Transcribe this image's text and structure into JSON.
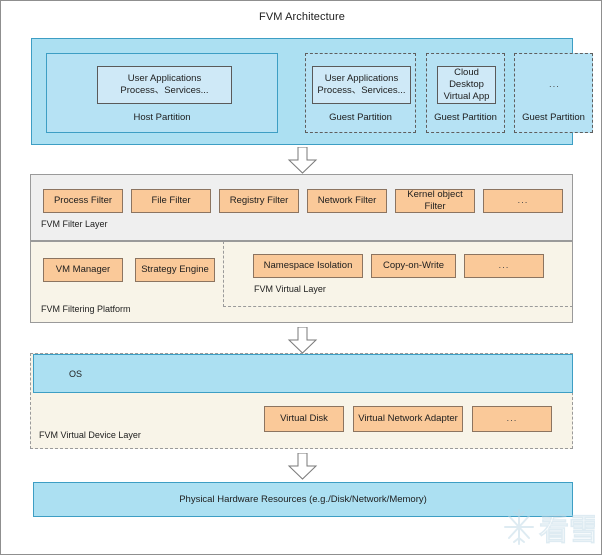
{
  "diagram": {
    "title": "FVM Architecture"
  },
  "partition_layer": {
    "host_partition": {
      "label": "Host Partition",
      "app_box": {
        "line1": "User Applications",
        "line2": "Process、Services..."
      }
    },
    "guest_partitions": [
      {
        "label": "Guest Partition",
        "app_box": {
          "line1": "User Applications",
          "line2": "Process、Services..."
        }
      },
      {
        "label": "Guest Partition",
        "app_box": {
          "line1": "Cloud Desktop",
          "line2": "Virtual App"
        }
      },
      {
        "label": "Guest Partition",
        "app_box": {
          "line1": "...",
          "line2": ""
        }
      }
    ]
  },
  "filter_layer": {
    "label": "FVM Filter Layer",
    "items": [
      {
        "label": "Process Filter"
      },
      {
        "label": "File Filter"
      },
      {
        "label": "Registry Filter"
      },
      {
        "label": "Network Filter"
      },
      {
        "label": "Kernel object Filter"
      },
      {
        "label": "..."
      }
    ]
  },
  "filtering_platform": {
    "label": "FVM Filtering Platform",
    "items": [
      {
        "label": "VM Manager"
      },
      {
        "label": "Strategy Engine"
      }
    ],
    "virtual_layer": {
      "label": "FVM Virtual Layer",
      "items": [
        {
          "label": "Namespace Isolation"
        },
        {
          "label": "Copy-on-Write"
        },
        {
          "label": "..."
        }
      ]
    }
  },
  "os_layer": {
    "label": "OS"
  },
  "virtual_device_layer": {
    "label": "FVM Virtual Device Layer",
    "items": [
      {
        "label": "Virtual Disk"
      },
      {
        "label": "Virtual Network Adapter"
      },
      {
        "label": "..."
      }
    ]
  },
  "hardware_layer": {
    "label": "Physical Hardware Resources (e.g./Disk/Network/Memory)"
  },
  "watermark": {
    "text": "看雪",
    "icon": "snowflake-icon"
  },
  "colors": {
    "blue_fill": "#ace0f2",
    "blue_pane": "#b6e2f4",
    "blue_soft": "#cfe9f7",
    "blue_border": "#3d9ec4",
    "orange_fill": "#fac999",
    "orange_border": "#8c7460",
    "gray_fill": "#efefef",
    "cream_fill": "#f8f4e8",
    "gray_border": "#9a9a9a"
  }
}
